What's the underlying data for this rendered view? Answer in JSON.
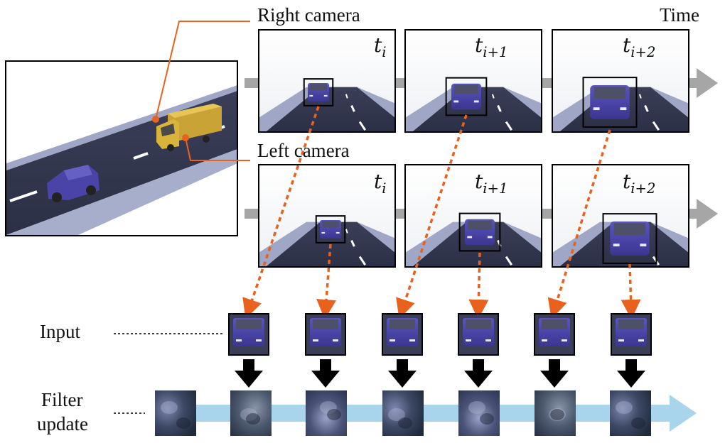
{
  "labels": {
    "right_camera": "Right camera",
    "left_camera": "Left camera",
    "time": "Time",
    "input": "Input",
    "filter_update_line1": "Filter",
    "filter_update_line2": "update"
  },
  "frames": {
    "right": [
      {
        "t": "t",
        "sub": "i"
      },
      {
        "t": "t",
        "sub": "i+1"
      },
      {
        "t": "t",
        "sub": "i+2"
      }
    ],
    "left": [
      {
        "t": "t",
        "sub": "i"
      },
      {
        "t": "t",
        "sub": "i+1"
      },
      {
        "t": "t",
        "sub": "i+2"
      }
    ]
  },
  "colors": {
    "marker_orange": "#e8621e",
    "arrow_gray": "#a6a6a6",
    "filter_arrow_blue": "#a8d4ec",
    "road": "#34384f",
    "car_blue": "#4a44a8",
    "truck_yellow": "#d9b43a"
  }
}
